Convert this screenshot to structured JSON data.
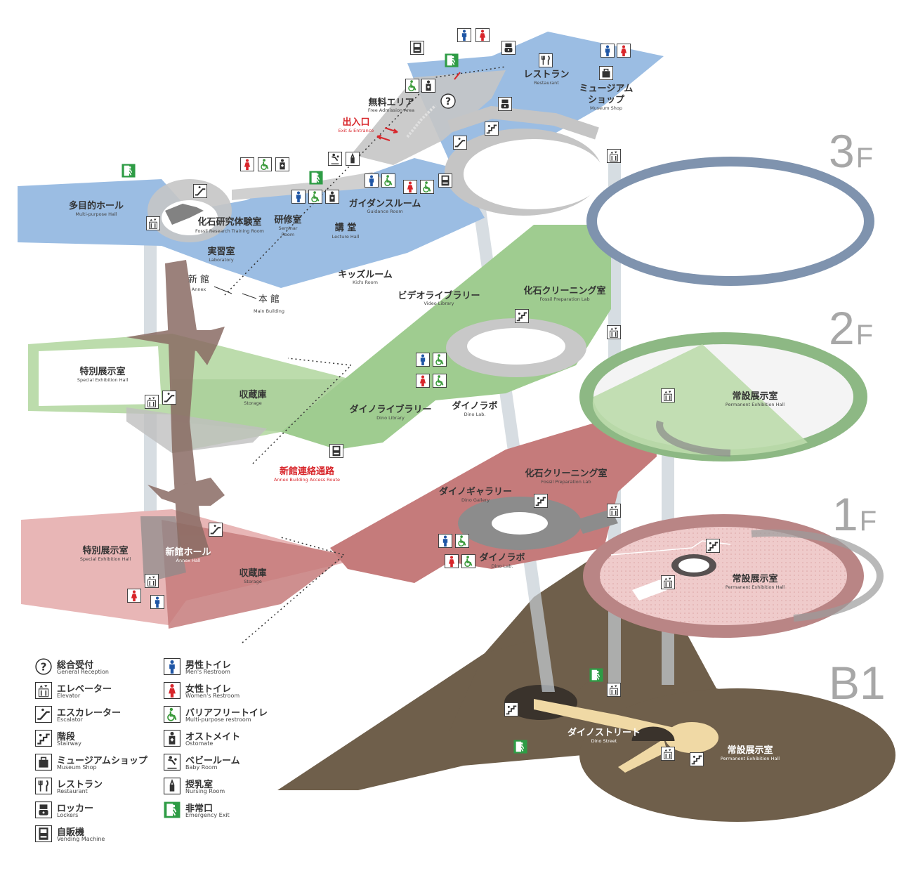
{
  "floors": {
    "f3": "3",
    "f2": "2",
    "f1": "1",
    "b1": "B1",
    "f_suffix": "F"
  },
  "colors": {
    "floor3": "#9bbde3",
    "floor2": "#9fcc90",
    "floor1": "#c57b7b",
    "floorB1": "#6f5f4b",
    "ring3": "#7f93ae",
    "ring2": "#8db884",
    "ring1": "#b98585"
  },
  "labels": {
    "multipurpose": {
      "ja": "多目的ホール",
      "en": "Multi-purpose Hall"
    },
    "fossil_training": {
      "ja": "化石研究体験室",
      "en": "Fossil Research Training Room"
    },
    "seminar": {
      "ja": "研修室",
      "en1": "Seminar",
      "en2": "Room"
    },
    "lecture": {
      "ja": "講 堂",
      "en": "Lecture Hall"
    },
    "laboratory": {
      "ja": "実習室",
      "en": "Laboratory"
    },
    "kids": {
      "ja": "キッズルーム",
      "en": "Kid's Room"
    },
    "guidance": {
      "ja": "ガイダンスルーム",
      "en": "Guidance Room"
    },
    "free_area": {
      "ja": "無料エリア",
      "en": "Free Admission Area"
    },
    "entrance": {
      "ja": "出入口",
      "en": "Exit & Entrance"
    },
    "restaurant3f": {
      "ja": "レストラン",
      "en": "Restaurant"
    },
    "museum_shop": {
      "ja1": "ミュージアム",
      "ja2": "ショップ",
      "en": "Museum Shop"
    },
    "annex": {
      "ja": "新 館",
      "en": "Annex"
    },
    "main_bldg": {
      "ja": "本 館",
      "en": "Main Building"
    },
    "video_library": {
      "ja": "ビデオライブラリー",
      "en": "Video Library"
    },
    "fossil_prep2f": {
      "ja": "化石クリーニング室",
      "en": "Fossil Preparation Lab"
    },
    "special2f": {
      "ja": "特別展示室",
      "en": "Special Exhibition Hall"
    },
    "storage2f": {
      "ja": "収蔵庫",
      "en": "Storage"
    },
    "dino_library": {
      "ja": "ダイノライブラリー",
      "en": "Dino Library"
    },
    "dino_lab2f": {
      "ja": "ダイノラボ",
      "en": "Dino Lab."
    },
    "permanent2f": {
      "ja": "常設展示室",
      "en": "Permanent Exhibition Hall"
    },
    "access_route": {
      "ja": "新館連絡通路",
      "en": "Annex Building Access Route"
    },
    "fossil_prep1f": {
      "ja": "化石クリーニング室",
      "en": "Fossil Preparation Lab"
    },
    "dino_gallery": {
      "ja": "ダイノギャラリー",
      "en": "Dino Gallery"
    },
    "dino_lab1f": {
      "ja": "ダイノラボ",
      "en": "Dino Lab."
    },
    "special1f": {
      "ja": "特別展示室",
      "en": "Special Exhibition Hall"
    },
    "annex_hall": {
      "ja": "新館ホール",
      "en": "Annex Hall"
    },
    "storage1f": {
      "ja": "収蔵庫",
      "en": "Storage"
    },
    "permanent1f": {
      "ja": "常設展示室",
      "en": "Permanent Exhibition Hall"
    },
    "dino_street": {
      "ja": "ダイノストリート",
      "en": "Dino Street"
    },
    "permanentB1": {
      "ja": "常設展示室",
      "en": "Permanent Exhibition Hall"
    }
  },
  "legend": [
    {
      "icon": "question-icon",
      "ja": "総合受付",
      "en": "General Reception"
    },
    {
      "icon": "elevator-icon",
      "ja": "エレベーター",
      "en": "Elevator"
    },
    {
      "icon": "escalator-icon",
      "ja": "エスカレーター",
      "en": "Escalator"
    },
    {
      "icon": "stairs-icon",
      "ja": "階段",
      "en": "Stairway"
    },
    {
      "icon": "shop-icon",
      "ja": "ミュージアムショップ",
      "en": "Museum Shop"
    },
    {
      "icon": "restaurant-icon",
      "ja": "レストラン",
      "en": "Restaurant"
    },
    {
      "icon": "locker-icon",
      "ja": "ロッカー",
      "en": "Lockers"
    },
    {
      "icon": "vending-icon",
      "ja": "自販機",
      "en": "Vending Machine"
    },
    {
      "icon": "mens-restroom-icon",
      "ja": "男性トイレ",
      "en": "Men's Restroom"
    },
    {
      "icon": "womens-restroom-icon",
      "ja": "女性トイレ",
      "en": "Women's Restroom"
    },
    {
      "icon": "accessible-restroom-icon",
      "ja": "バリアフリートイレ",
      "en": "Multi-purpose restroom"
    },
    {
      "icon": "ostomate-icon",
      "ja": "オストメイト",
      "en": "Ostomate"
    },
    {
      "icon": "baby-room-icon",
      "ja": "ベビールーム",
      "en": "Baby Room"
    },
    {
      "icon": "nursing-room-icon",
      "ja": "授乳室",
      "en": "Nursing Room"
    },
    {
      "icon": "emergency-exit-icon",
      "ja": "非常口",
      "en": "Emergency Exit"
    }
  ]
}
